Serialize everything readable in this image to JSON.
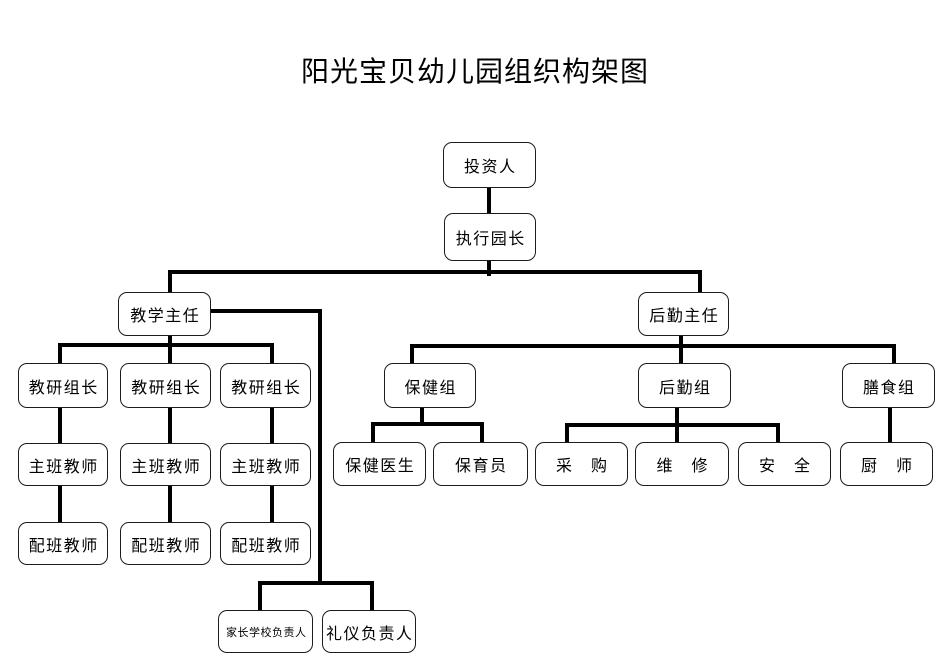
{
  "title": "阳光宝贝幼儿园组织构架图",
  "nodes": {
    "investor": "投资人",
    "executive_principal": "执行园长",
    "teaching_director": "教学主任",
    "logistics_director": "后勤主任",
    "research_leader": "教研组长",
    "head_teacher": "主班教师",
    "assistant_teacher": "配班教师",
    "health_group": "保健组",
    "logistics_group": "后勤组",
    "meal_group": "膳食组",
    "health_doctor": "保健医生",
    "childcare_worker": "保育员",
    "procurement": "采　购",
    "maintenance": "维　修",
    "security": "安　全",
    "chef": "厨　师",
    "parent_school_leader": "家长学校负责人",
    "etiquette_leader": "礼仪负责人"
  },
  "structure": {
    "root": "投资人",
    "edges": [
      [
        "投资人",
        "执行园长"
      ],
      [
        "执行园长",
        "教学主任"
      ],
      [
        "执行园长",
        "后勤主任"
      ],
      [
        "教学主任",
        "教研组长 (x3)"
      ],
      [
        "教研组长",
        "主班教师"
      ],
      [
        "主班教师",
        "配班教师"
      ],
      [
        "教学主任",
        "家长学校负责人"
      ],
      [
        "教学主任",
        "礼仪负责人"
      ],
      [
        "后勤主任",
        "保健组"
      ],
      [
        "后勤主任",
        "后勤组"
      ],
      [
        "后勤主任",
        "膳食组"
      ],
      [
        "保健组",
        "保健医生"
      ],
      [
        "保健组",
        "保育员"
      ],
      [
        "后勤组",
        "采购"
      ],
      [
        "后勤组",
        "维修"
      ],
      [
        "后勤组",
        "安全"
      ],
      [
        "膳食组",
        "厨师"
      ]
    ]
  }
}
